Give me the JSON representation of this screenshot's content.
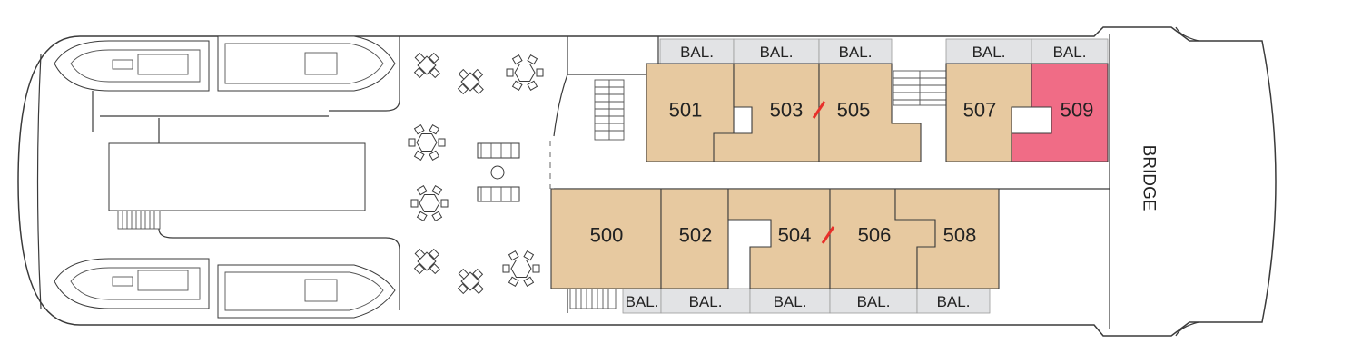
{
  "deck": {
    "colors": {
      "cabin_fill": "#e7c9a0",
      "highlight_fill": "#f06c86",
      "balcony_fill": "#e2e3e5",
      "connector": "#e8302a",
      "outline": "#3a3a3a"
    },
    "bridge_label": "BRIDGE",
    "balcony_label": "BAL.",
    "cabins": [
      {
        "number": "501",
        "row": "top"
      },
      {
        "number": "503",
        "row": "top"
      },
      {
        "number": "505",
        "row": "top"
      },
      {
        "number": "507",
        "row": "top"
      },
      {
        "number": "509",
        "row": "top",
        "highlighted": true
      },
      {
        "number": "500",
        "row": "bottom"
      },
      {
        "number": "502",
        "row": "bottom"
      },
      {
        "number": "504",
        "row": "bottom"
      },
      {
        "number": "506",
        "row": "bottom"
      },
      {
        "number": "508",
        "row": "bottom"
      }
    ],
    "connecting_pairs": [
      [
        "503",
        "505"
      ],
      [
        "504",
        "506"
      ]
    ]
  }
}
